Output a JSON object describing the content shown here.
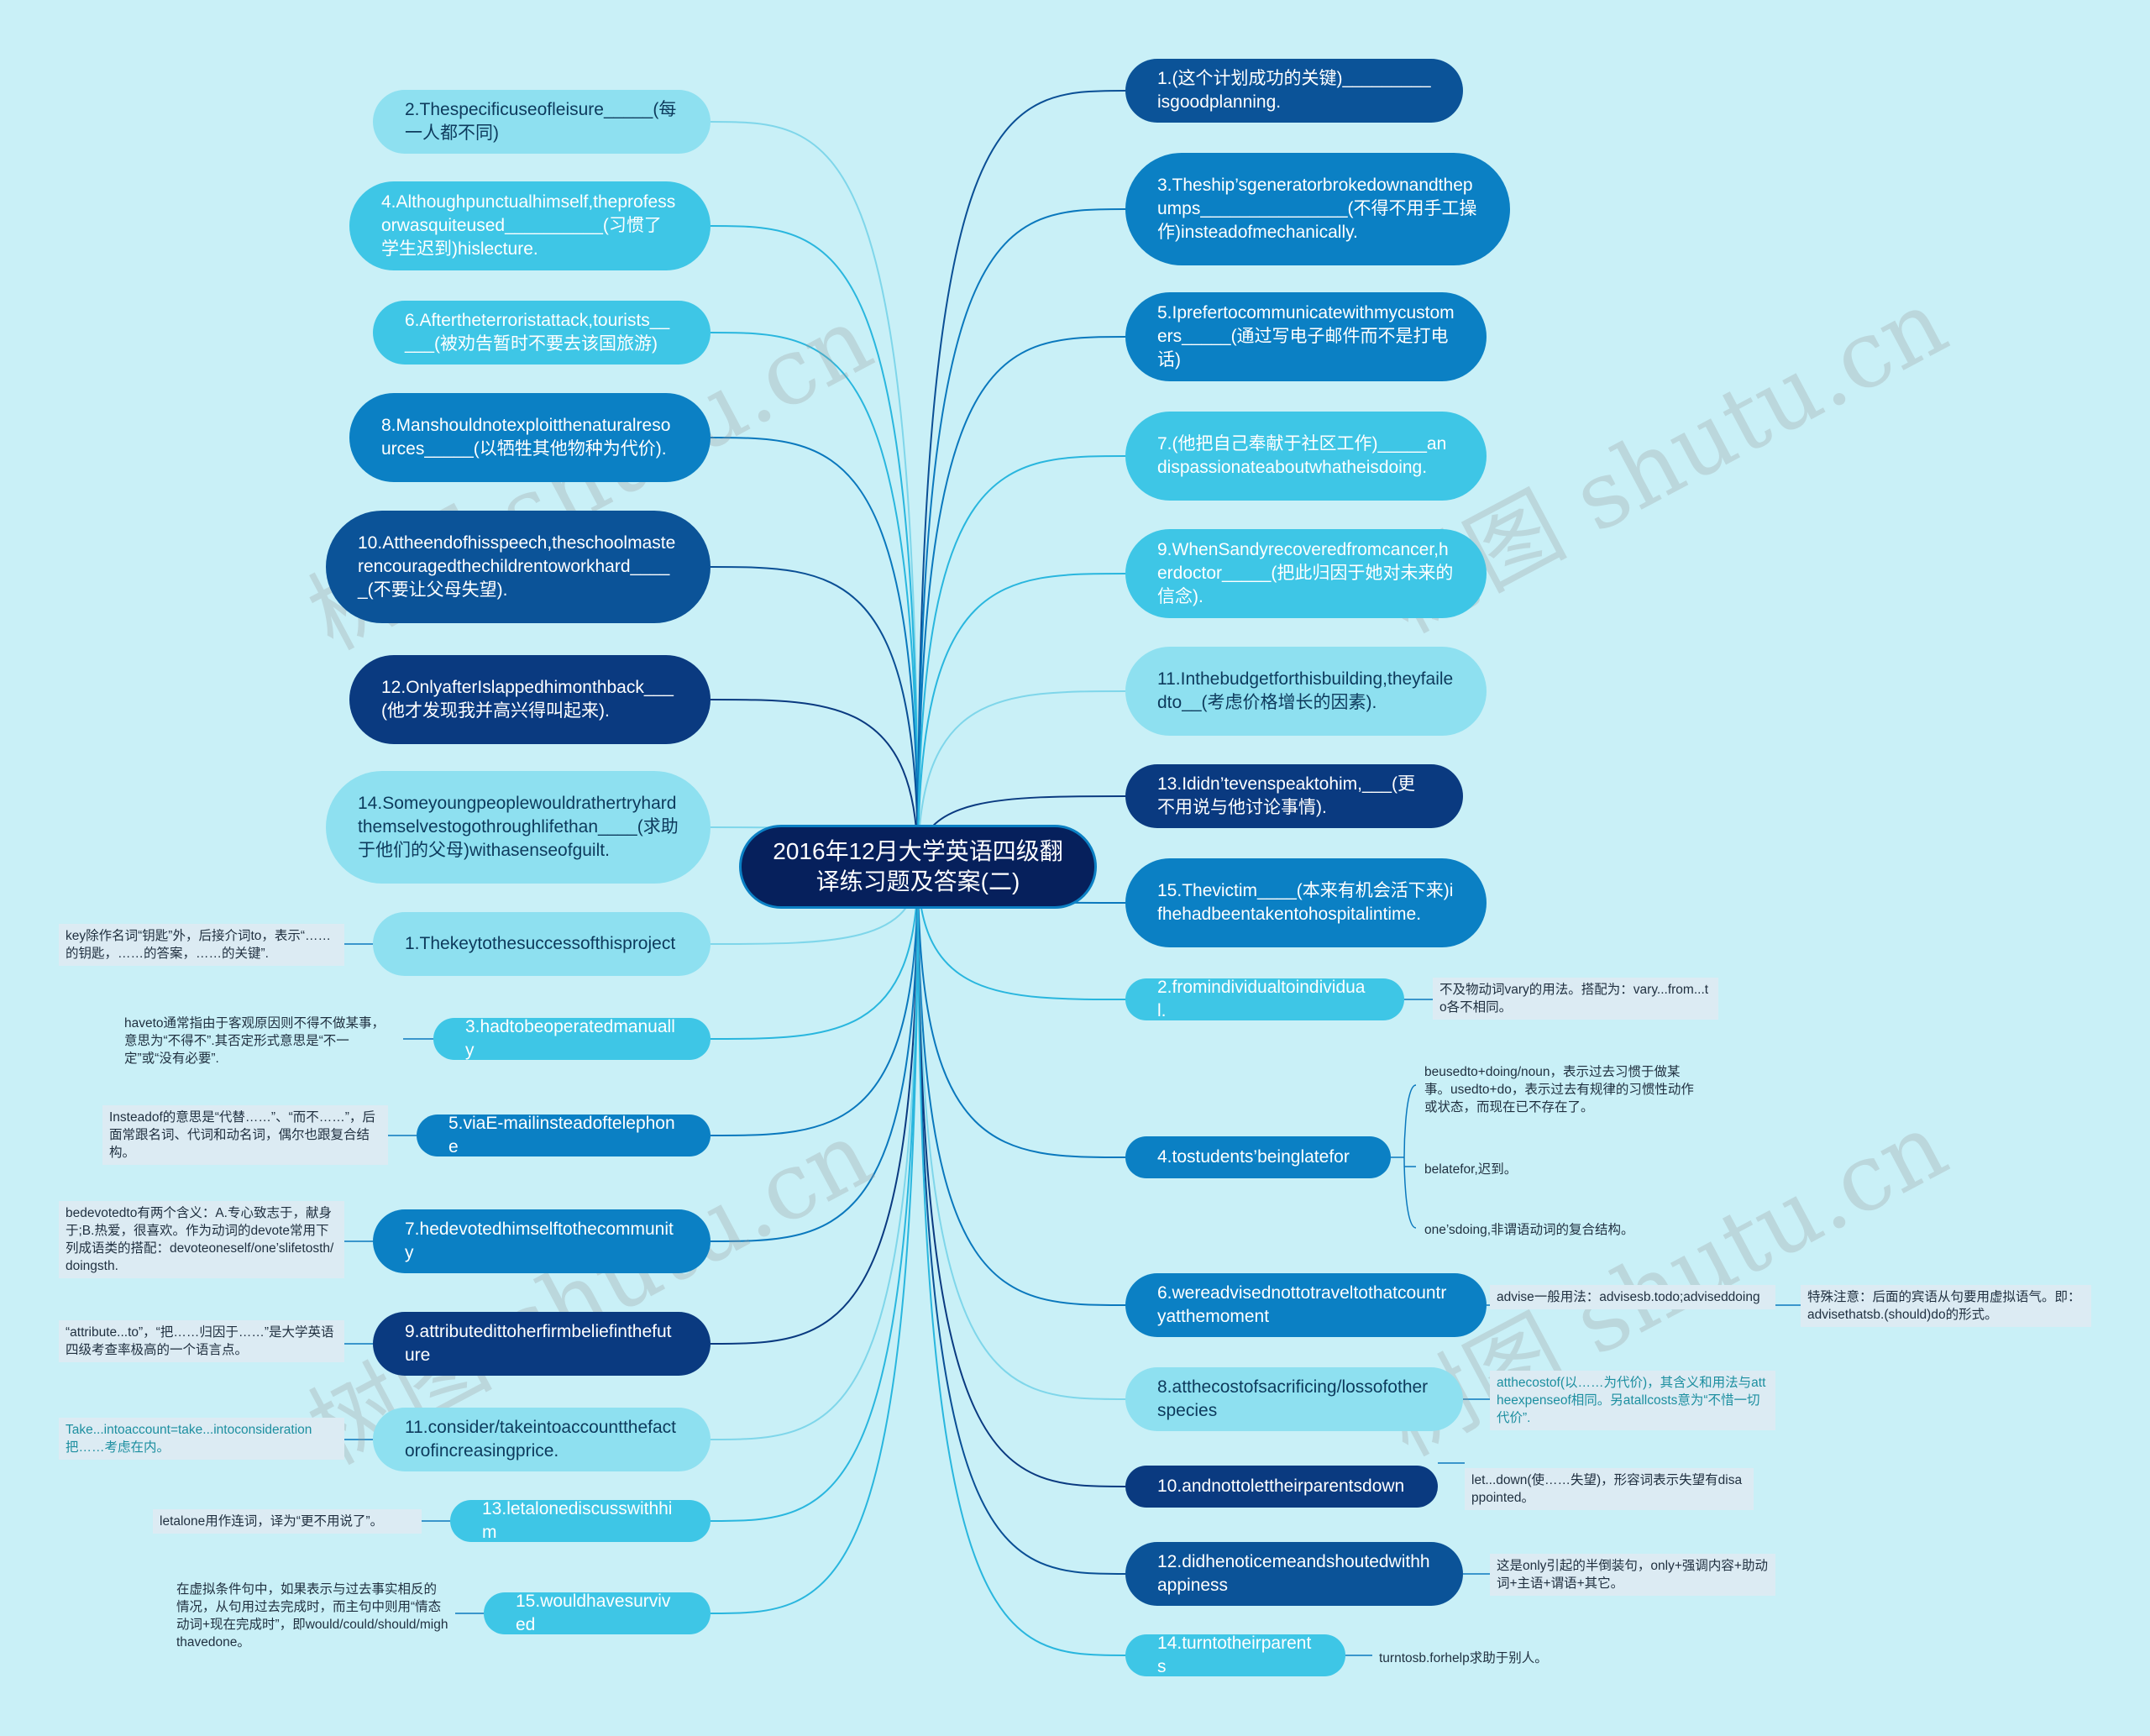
{
  "central": "2016年12月大学英语四级翻译练习题及答案(二)",
  "left_questions": [
    "2.Thespecificuseofleisure_____(每一人都不同)",
    "4.Althoughpunctualhimself,theprofessorwasquiteused__________(习惯了学生迟到)hislecture.",
    "6.Aftertheterroristattack,tourists_____(被劝告暂时不要去该国旅游)",
    "8.Manshouldnotexploitthenaturalresources_____(以牺牲其他物种为代价).",
    "10.Attheendofhisspeech,theschoolmasterencouragedthechildrentoworkhard_____(不要让父母失望).",
    "12.OnlyafterIslappedhimonthback___(他才发现我并高兴得叫起来).",
    "14.Someyoungpeoplewouldrathertryhardthemselvestogothroughlifethan____(求助于他们的父母)withasenseofguilt."
  ],
  "right_questions": [
    "1.(这个计划成功的关键)_________isgoodplanning.",
    "3.Theship’sgeneratorbrokedownandthepumps_______________(不得不用手工操作)insteadofmechanically.",
    "5.Iprefertocommunicatewithmycustomers_____(通过写电子邮件而不是打电话)",
    "7.(他把自己奉献于社区工作)_____andispassionateaboutwhatheisdoing.",
    "9.WhenSandyrecoveredfromcancer,herdoctor_____(把此归因于她对未来的信念).",
    "11.Inthebudgetforthisbuilding,theyfailedto__(考虑价格增长的因素).",
    "13.Ididn’tevenspeaktohim,___(更不用说与他讨论事情).",
    "15.Thevictim____(本来有机会活下来)ifhehadbeentakentohospitalintime."
  ],
  "left_answers": [
    "1.Thekeytothesuccessofthisproject",
    "3.hadtobeoperatedmanually",
    "5.viaE-mailinsteadoftelephone",
    "7.hedevotedhimselftothecommunity",
    "9.attributedittoherfirmbeliefinthefuture",
    "11.consider/takeintoaccountthefactorofincreasingprice.",
    "13.letalonediscusswithhim",
    "15.wouldhavesurvived"
  ],
  "right_answers": [
    "2.fromindividualtoindividual.",
    "4.tostudents’beinglatefor",
    "6.wereadvisednottotraveltothatcountryatthemoment",
    "8.atthecostofsacrificing/lossofotherspecies",
    "10.andnottolettheirparentsdown",
    "12.didhenoticemeandshoutedwithhappiness",
    "14.turntotheirparents"
  ],
  "left_notes": [
    "key除作名词“钥匙”外，后接介词to，表示“……的钥匙，……的答案，……的关键”.",
    "haveto通常指由于客观原因则不得不做某事，意思为“不得不”.其否定形式意思是“不一定”或“没有必要”.",
    "Insteadof的意思是“代替……”、“而不……”，后面常跟名词、代词和动名词，偶尔也跟复合结构。",
    "bedevotedto有两个含义：A.专心致志于，献身于;B.热爱，很喜欢。作为动词的devote常用下列成语类的搭配：devoteoneself/one’slifetosth/doingsth.",
    "“attribute...to”，“把……归因于……”是大学英语四级考查率极高的一个语言点。",
    "Take...intoaccount=take...intoconsideration把……考虑在内。",
    "letalone用作连词，译为“更不用说了”。",
    "在虚拟条件句中，如果表示与过去事实相反的情况，从句用过去完成时，而主句中则用“情态动词+现在完成时”，即would/could/should/mighthavedone。"
  ],
  "right_notes": {
    "a2": "不及物动词vary的用法。搭配为：vary...from...to各不相同。",
    "a4_1": "beusedto+doing/noun，表示过去习惯于做某事。usedto+do，表示过去有规律的习惯性动作或状态，而现在已不存在了。",
    "a4_2": "belatefor,迟到。",
    "a4_3": "one’sdoing,非谓语动词的复合结构。",
    "a6_1": "advise一般用法：advisesb.todo;adviseddoing",
    "a6_2": "特殊注意：后面的宾语从句要用虚拟语气。即：advisethatsb.(should)do的形式。",
    "a8": "atthecostof(以……为代价)，其含义和用法与attheexpenseof相同。另atallcosts意为“不惜一切代价”.",
    "a10": "let...down(使……失望)，形容词表示失望有disappointed。",
    "a12": "这是only引起的半倒装句，only+强调内容+助动词+主语+谓语+其它。",
    "a14": "turntosb.forhelp求助于别人。"
  },
  "watermark": "树图 shutu.cn"
}
